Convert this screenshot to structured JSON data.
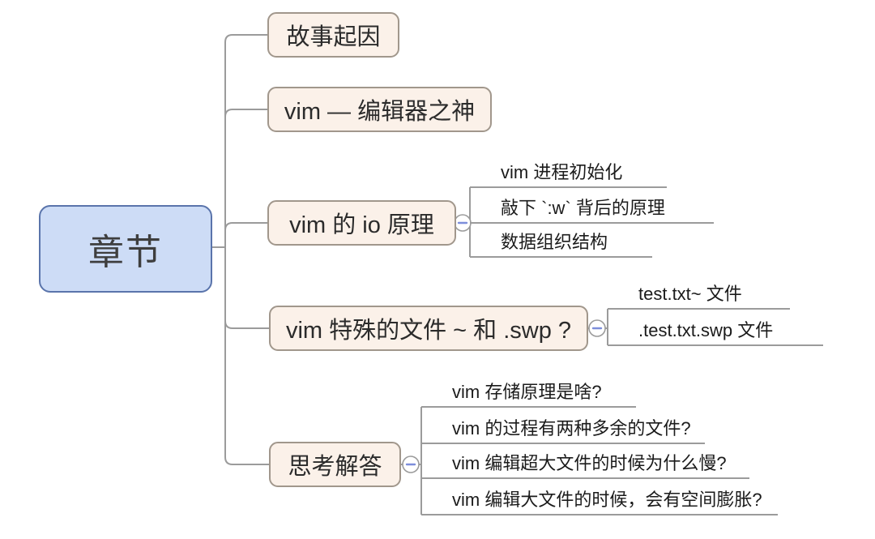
{
  "diagram": {
    "type": "mindmap",
    "root": {
      "label": "章节"
    },
    "branches": [
      {
        "label": "故事起因",
        "children": []
      },
      {
        "label": "vim — 编辑器之神",
        "children": []
      },
      {
        "label": "vim 的 io 原理",
        "collapse_icon": "minus-circle",
        "children": [
          "vim 进程初始化",
          "敲下 `:w` 背后的原理",
          "数据组织结构"
        ]
      },
      {
        "label": "vim 特殊的文件 ~ 和 .swp ?",
        "collapse_icon": "minus-circle",
        "children": [
          "test.txt~ 文件",
          ".test.txt.swp 文件"
        ]
      },
      {
        "label": "思考解答",
        "collapse_icon": "minus-circle",
        "children": [
          "vim 存储原理是啥?",
          "vim 的过程有两种多余的文件?",
          "vim 编辑超大文件的时候为什么慢?",
          "vim 编辑大文件的时候，会有空间膨胀?"
        ]
      }
    ],
    "colors": {
      "root_fill": "#cddcf6",
      "root_border": "#5a74ab",
      "branch_fill": "#fbf1e9",
      "branch_border": "#a1978c",
      "line": "#9b9b9b",
      "collapse_minus": "#7d8edb",
      "text_dark": "#2b2b2b",
      "leaf_text": "#1b1b1b",
      "root_text": "#3e3e3e"
    }
  }
}
